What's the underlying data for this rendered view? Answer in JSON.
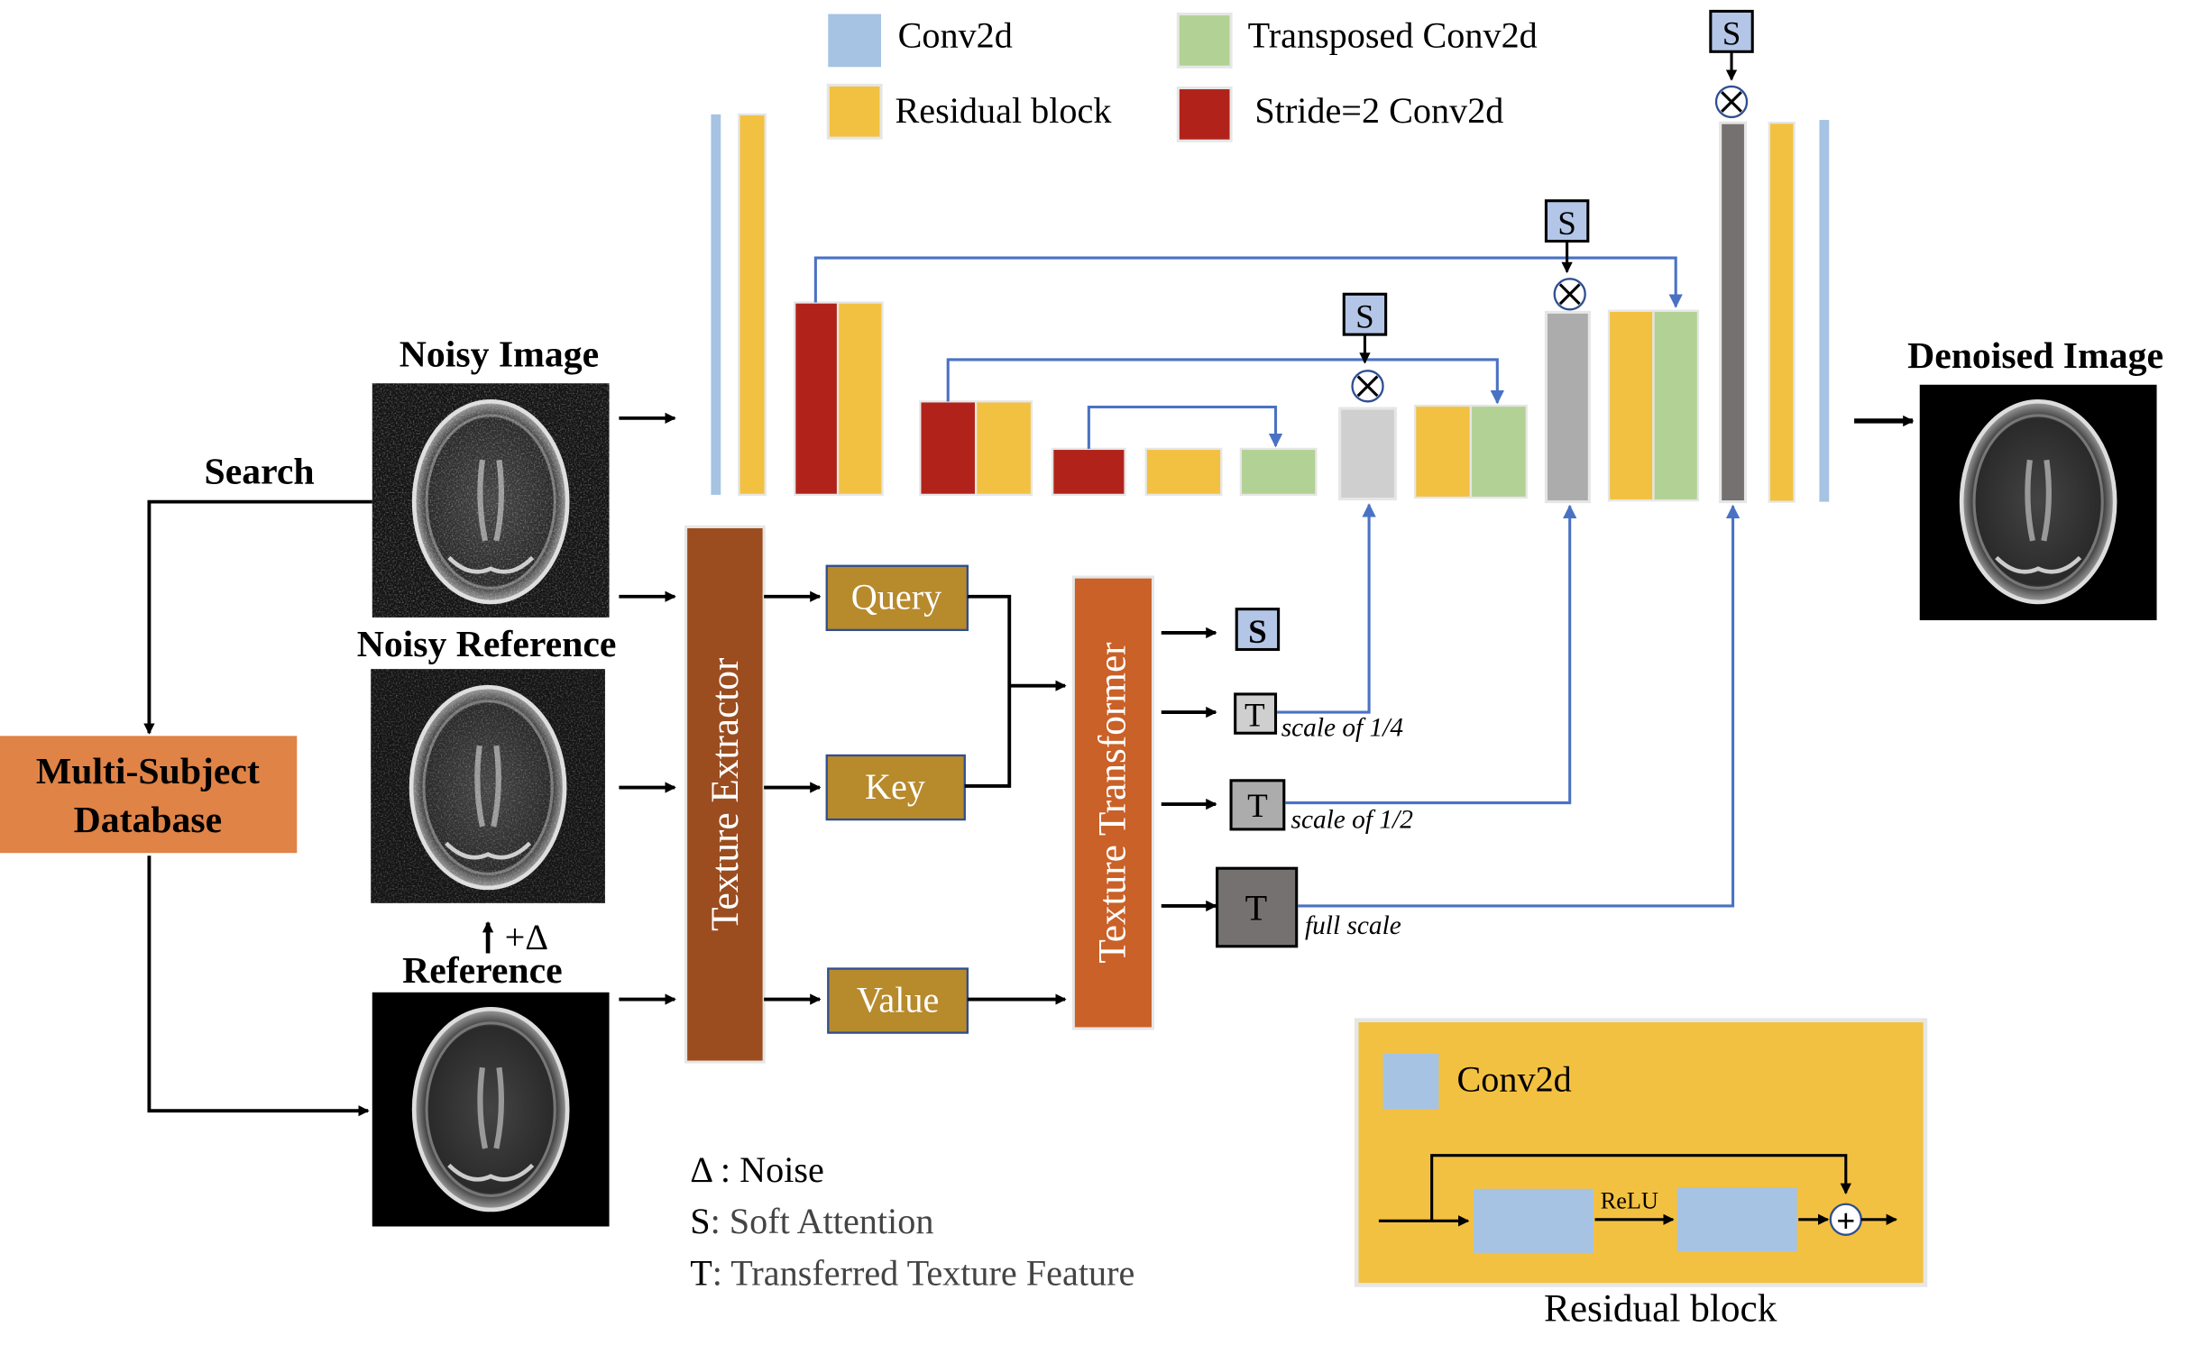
{
  "legend": {
    "items": [
      {
        "label": "Conv2d",
        "color": "#a6c3e3"
      },
      {
        "label": "Transposed Conv2d",
        "color": "#b2d195"
      },
      {
        "label": "Residual block",
        "color": "#f3c141"
      },
      {
        "label": "Stride=2 Conv2d",
        "color": "#b1231a"
      }
    ]
  },
  "inputs": {
    "noisy_image": "Noisy Image",
    "noisy_reference": "Noisy Reference",
    "reference": "Reference",
    "search": "Search",
    "noise_add": "+Δ"
  },
  "database": {
    "line1": "Multi-Subject",
    "line2": "Database"
  },
  "texture_extractor": "Texture Extractor",
  "texture_transformer": "Texture Transformer",
  "qkv": {
    "query": "Query",
    "key": "Key",
    "value": "Value"
  },
  "outputs": {
    "s": "S",
    "t": "T",
    "scale_quarter": "scale of 1/4",
    "scale_half": "scale of 1/2",
    "scale_full": "full scale"
  },
  "unet": {
    "soft_attention_symbol": "S",
    "multiply_symbol": "⊗"
  },
  "output_label": "Denoised Image",
  "footnotes": {
    "noise": "Δ : Noise",
    "s_key": "S",
    "s_value": ": Soft Attention",
    "t_key": "T",
    "t_value": ": Transferred Texture Feature"
  },
  "residual_block": {
    "legend_label": "Conv2d",
    "relu": "ReLU",
    "title": "Residual block",
    "plus": "+"
  },
  "colors": {
    "conv": "#a6c3e3",
    "residual": "#f3c141",
    "stride": "#b1231a",
    "transposed": "#b2d195",
    "blue_line": "#4a72c4",
    "extractor": "#9b4d1f",
    "transformer": "#c96128",
    "qkv": "#b78a2c",
    "database": "#e08347",
    "s_box": "#b4c6e7",
    "t_light": "#d0cfcf",
    "t_mid": "#acacac",
    "t_dark": "#767171"
  }
}
